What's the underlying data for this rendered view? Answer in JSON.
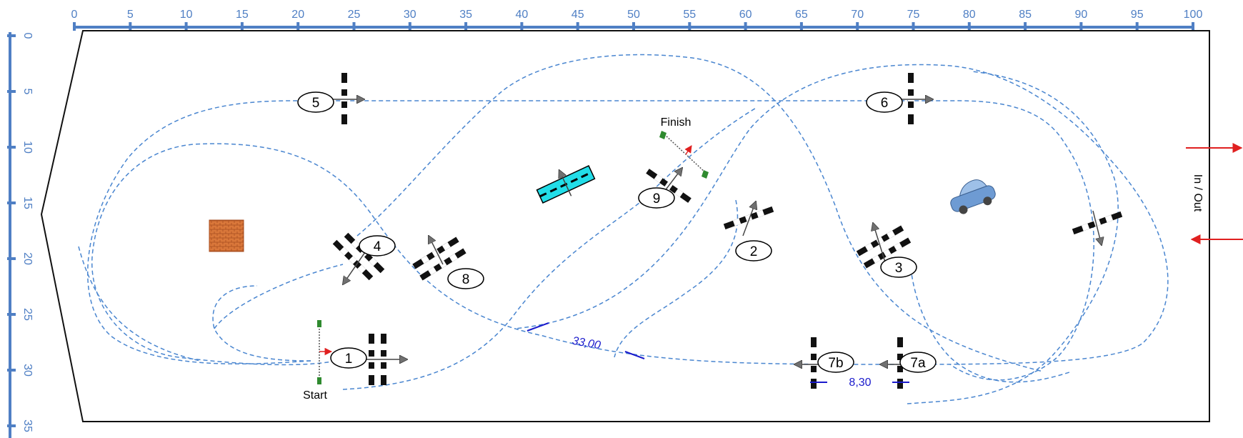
{
  "rulers": {
    "top": [
      "0",
      "5",
      "10",
      "15",
      "20",
      "25",
      "30",
      "35",
      "40",
      "45",
      "50",
      "55",
      "60",
      "65",
      "70",
      "75",
      "80",
      "85",
      "90",
      "95",
      "100"
    ],
    "left": [
      "0",
      "5",
      "10",
      "15",
      "20",
      "25",
      "30",
      "35"
    ]
  },
  "obstacles": [
    {
      "id": "1",
      "label": "1"
    },
    {
      "id": "2",
      "label": "2"
    },
    {
      "id": "3",
      "label": "3"
    },
    {
      "id": "4",
      "label": "4"
    },
    {
      "id": "5",
      "label": "5"
    },
    {
      "id": "6",
      "label": "6"
    },
    {
      "id": "7a",
      "label": "7a"
    },
    {
      "id": "7b",
      "label": "7b"
    },
    {
      "id": "8",
      "label": "8"
    },
    {
      "id": "9",
      "label": "9"
    }
  ],
  "labels": {
    "start": "Start",
    "finish": "Finish",
    "in_out": "In / Out"
  },
  "measurements": {
    "diagonal": "33,00",
    "seven_ab": "8,30"
  },
  "colors": {
    "ruler": "#4f7fc4",
    "path": "#4a86d0",
    "arrow_red": "#e02020",
    "measure": "#1a1acc",
    "water": "#22dde8",
    "brick": "#d9773a"
  },
  "icons": [
    "car-icon",
    "brick-wall-icon",
    "water-jump-icon",
    "flag-icon"
  ]
}
